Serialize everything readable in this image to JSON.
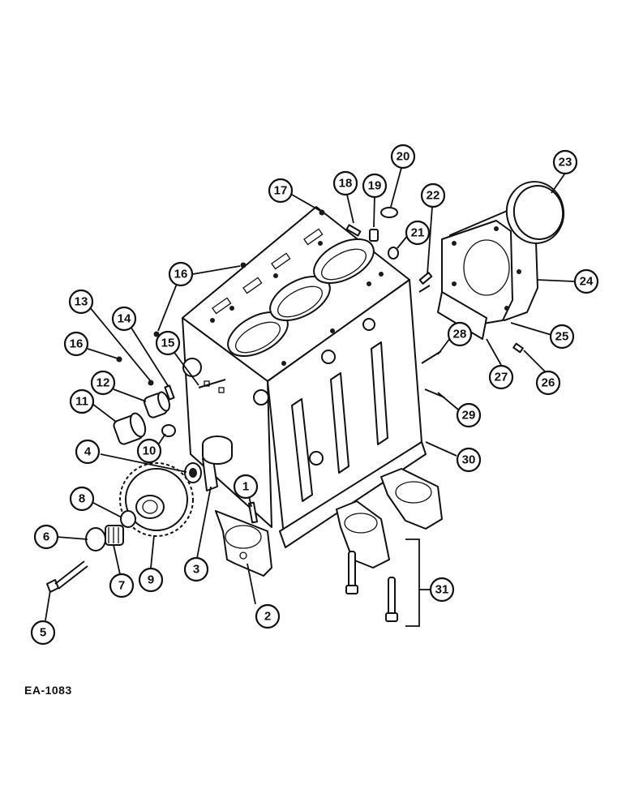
{
  "figure_label": "EA-1083",
  "callouts": [
    {
      "label": "1"
    },
    {
      "label": "2"
    },
    {
      "label": "3"
    },
    {
      "label": "4"
    },
    {
      "label": "5"
    },
    {
      "label": "6"
    },
    {
      "label": "7"
    },
    {
      "label": "8"
    },
    {
      "label": "9"
    },
    {
      "label": "10"
    },
    {
      "label": "11"
    },
    {
      "label": "12"
    },
    {
      "label": "13"
    },
    {
      "label": "14"
    },
    {
      "label": "15"
    },
    {
      "label": "16"
    },
    {
      "label": "16"
    },
    {
      "label": "17"
    },
    {
      "label": "18"
    },
    {
      "label": "19"
    },
    {
      "label": "20"
    },
    {
      "label": "21"
    },
    {
      "label": "22"
    },
    {
      "label": "23"
    },
    {
      "label": "24"
    },
    {
      "label": "25"
    },
    {
      "label": "26"
    },
    {
      "label": "27"
    },
    {
      "label": "28"
    },
    {
      "label": "29"
    },
    {
      "label": "30"
    },
    {
      "label": "31"
    }
  ]
}
